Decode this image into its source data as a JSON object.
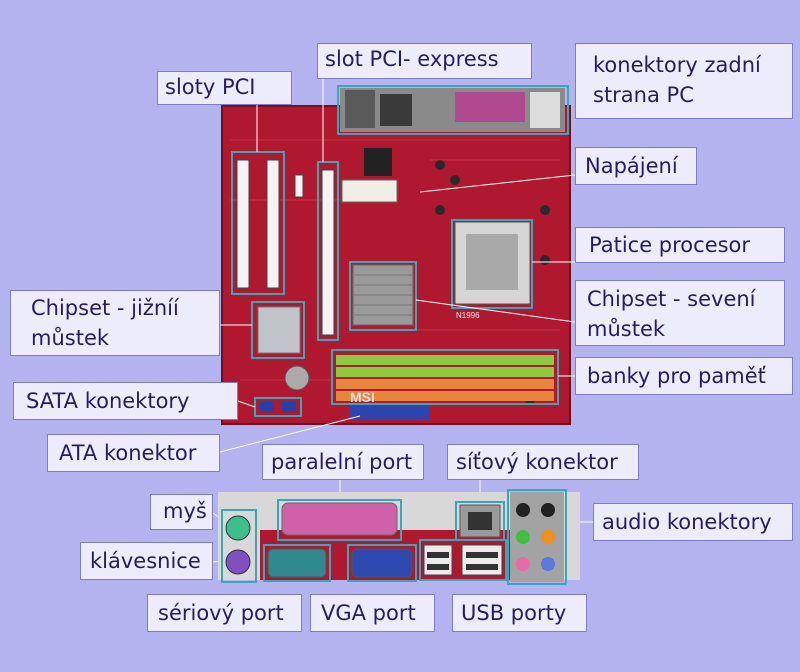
{
  "labels": {
    "sloty_pci": "sloty PCI",
    "slot_pcie": "slot PCI- express",
    "konektory_zadni_1": "konektory zadní",
    "konektory_zadni_2": "strana PC",
    "napajeni": "Napájení",
    "patice": "Patice procesor",
    "chipset_jizni_1": "Chipset - jižníí",
    "chipset_jizni_2": "můstek",
    "chipset_severni_1": "Chipset - sevení",
    "chipset_severni_2": "můstek",
    "sata": "SATA konektory",
    "banky": "banky pro paměť",
    "ata": "ATA konektor",
    "paralelni": "paralelní port",
    "sitovy": "síťový konektor",
    "mys": "myš",
    "audio": "audio konektory",
    "klavesnice": "klávesnice",
    "seriovy": "sériový port",
    "vga": "VGA port",
    "usb": "USB porty"
  },
  "board_text": {
    "brand": "MSI",
    "chip": "N1996"
  },
  "colors": {
    "background": "#b3b3ef",
    "label_bg": "#ececfc",
    "label_text": "#2a1a66",
    "pcb": "#b01830",
    "highlight": "#38a8b8"
  }
}
